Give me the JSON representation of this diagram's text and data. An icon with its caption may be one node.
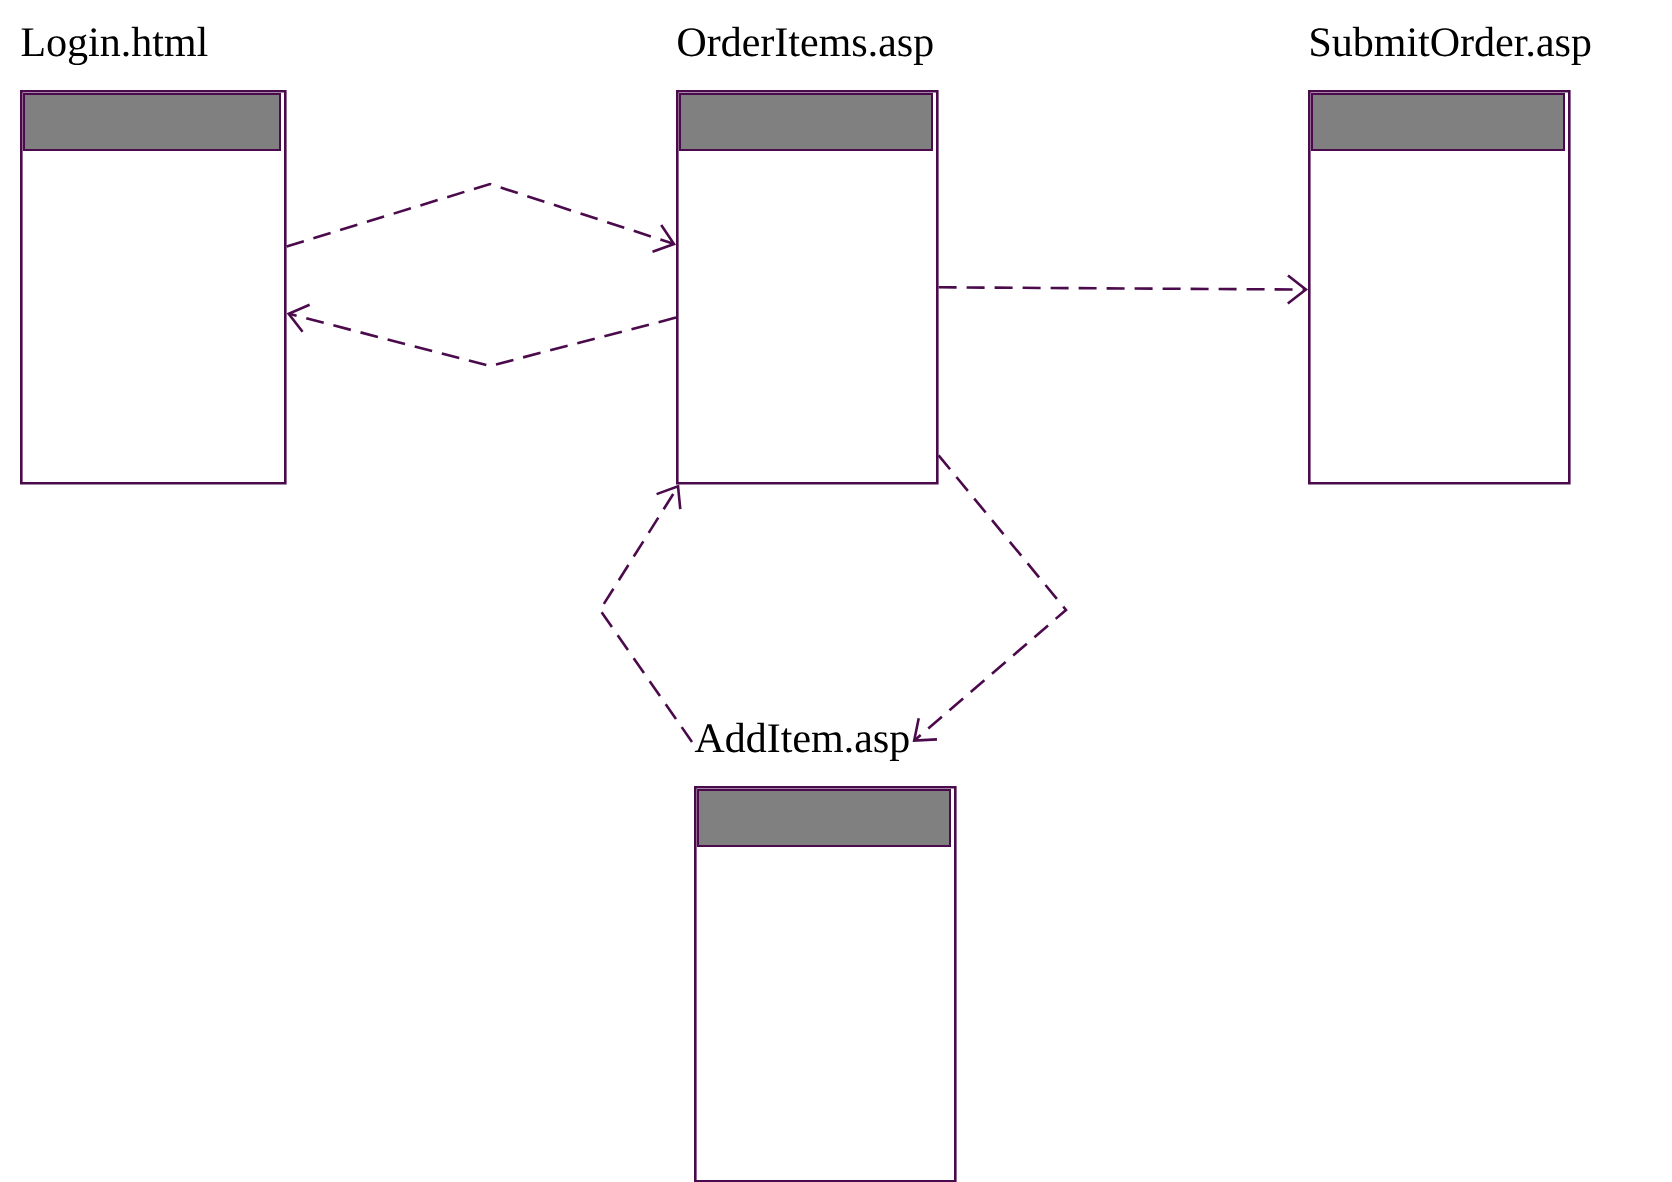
{
  "diagram": {
    "nodes": [
      {
        "text": [
          "Login.html"
        ]
      },
      {
        "text": [
          "OrderItems.asp"
        ]
      },
      {
        "text": [
          "SubmitOrder.asp"
        ]
      },
      {
        "text": [
          "AddItem.asp"
        ]
      }
    ],
    "edges": [
      {
        "from": 0,
        "to": 1,
        "arrow": "to",
        "style": "dashed"
      },
      {
        "from": 1,
        "to": 0,
        "arrow": "to",
        "style": "dashed"
      },
      {
        "from": 1,
        "to": 2,
        "arrow": "to",
        "style": "dashed"
      },
      {
        "from": 1,
        "to": 3,
        "arrow": "to",
        "style": "dashed"
      },
      {
        "from": 3,
        "to": 1,
        "arrow": "to",
        "style": "dashed"
      }
    ]
  }
}
